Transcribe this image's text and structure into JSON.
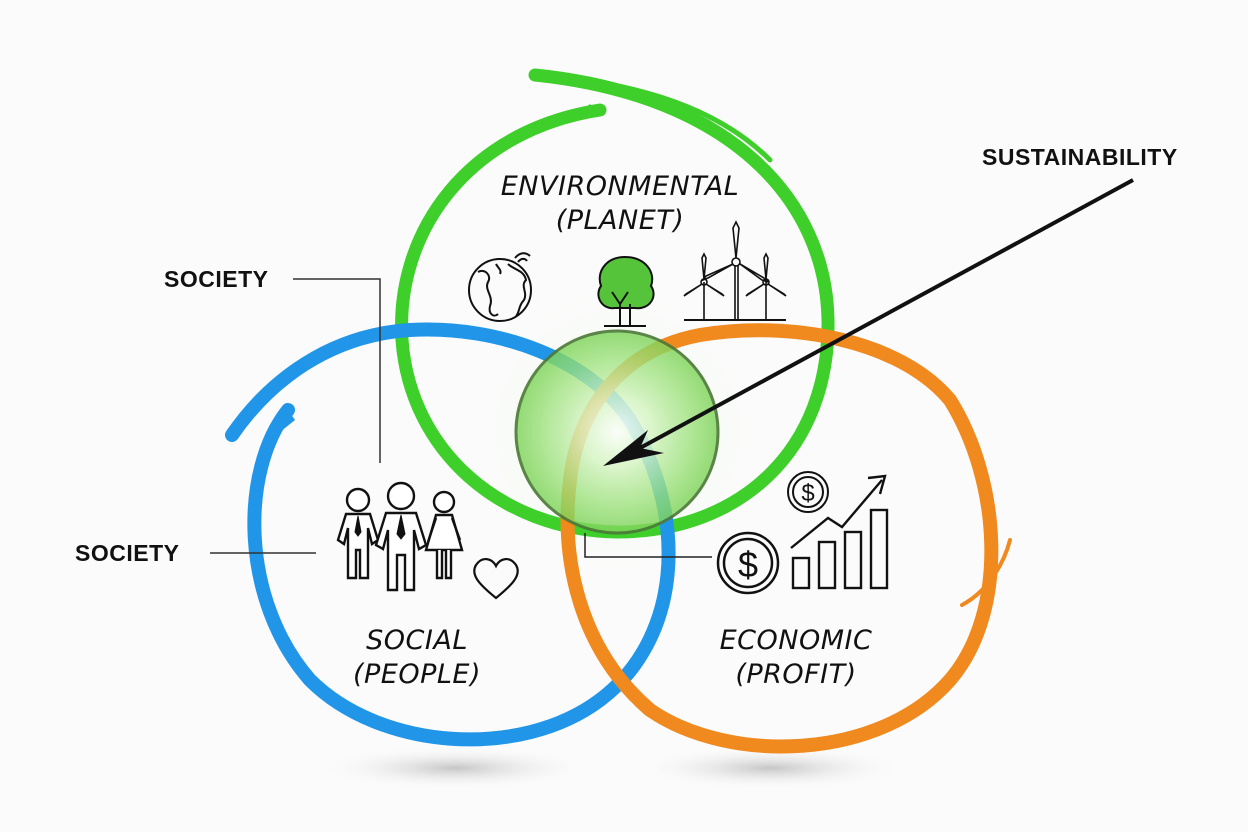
{
  "diagram": {
    "type": "venn",
    "colors": {
      "environmental": "#3ecf2a",
      "social": "#2196e8",
      "economic": "#f0891e",
      "center_fill": "#9be07a",
      "center_stroke": "#4d7a3a",
      "text": "#111111",
      "background": "#fbfbfb"
    },
    "sets": [
      {
        "id": "environmental",
        "title": "ENVIRONMENTAL",
        "subtitle": "(PLANET)",
        "icons": [
          "globe-icon",
          "tree-icon",
          "wind-turbines-icon"
        ]
      },
      {
        "id": "social",
        "title": "SOCIAL",
        "subtitle": "(PEOPLE)",
        "icons": [
          "people-family-icon",
          "heart-icon"
        ]
      },
      {
        "id": "economic",
        "title": "ECONOMIC",
        "subtitle": "(PROFIT)",
        "icons": [
          "dollar-coin-icon",
          "dollar-coin-small-icon",
          "growth-bar-chart-icon"
        ]
      }
    ],
    "intersection": {
      "label": "SUSTAINABILITY"
    },
    "callouts": [
      {
        "id": "society-top",
        "label": "SOCIETY"
      },
      {
        "id": "society-left",
        "label": "SOCIETY"
      }
    ]
  }
}
